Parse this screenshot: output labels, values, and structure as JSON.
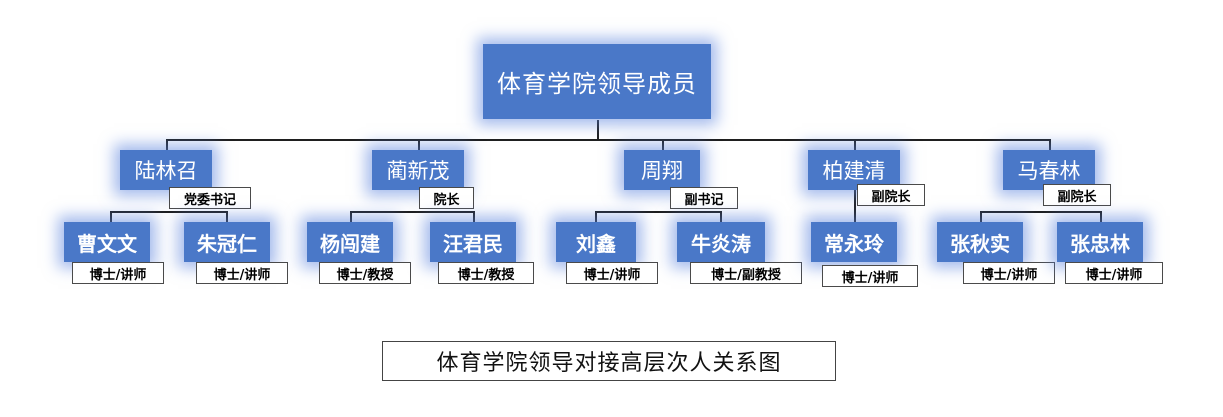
{
  "root": "体育学院领导成员",
  "leaders": [
    {
      "name": "陆林召",
      "role": "党委书记",
      "staff": [
        {
          "name": "曹文文",
          "title": "博士/讲师"
        },
        {
          "name": "朱冠仁",
          "title": "博士/讲师"
        }
      ]
    },
    {
      "name": "蔺新茂",
      "role": "院长",
      "staff": [
        {
          "name": "杨闯建",
          "title": "博士/教授"
        },
        {
          "name": "汪君民",
          "title": "博士/教授"
        }
      ]
    },
    {
      "name": "周翔",
      "role": "副书记",
      "staff": [
        {
          "name": "刘鑫",
          "title": "博士/讲师"
        },
        {
          "name": "牛炎涛",
          "title": "博士/副教授"
        }
      ]
    },
    {
      "name": "柏建清",
      "role": "副院长",
      "staff": [
        {
          "name": "常永玲",
          "title": "博士/讲师"
        }
      ]
    },
    {
      "name": "马春林",
      "role": "副院长",
      "staff": [
        {
          "name": "张秋实",
          "title": "博士/讲师"
        },
        {
          "name": "张忠林",
          "title": "博士/讲师"
        }
      ]
    }
  ],
  "caption": "体育学院领导对接高层次人关系图"
}
